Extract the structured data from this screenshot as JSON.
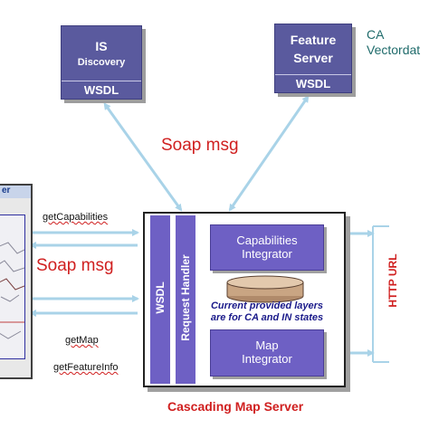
{
  "is_discovery": {
    "title_line1": "IS",
    "title_line2": "Discovery",
    "wsdl": "WSDL"
  },
  "feature_server": {
    "title_line1": "Feature",
    "title_line2": "Server",
    "wsdl": "WSDL"
  },
  "ca_label": {
    "line1": "CA",
    "line2": "Vectordat"
  },
  "soap_msg_top": "Soap msg",
  "soap_msg_left": "Soap msg",
  "client": {
    "header": "er"
  },
  "ops": {
    "get_capabilities": "getCapabilities",
    "get_map": "getMap",
    "get_feature_info": "getFeatureInfo"
  },
  "server": {
    "wsdl": "WSDL",
    "request_handler": "Request Handler",
    "capabilities_integrator_line1": "Capabilities",
    "capabilities_integrator_line2": "Integrator",
    "layers_line1": "Current provided layers",
    "layers_line2": "are for CA and IN states",
    "map_integrator_line1": "Map",
    "map_integrator_line2": "Integrator",
    "title": "Cascading Map Server"
  },
  "http_url": "HTTP URL",
  "colors": {
    "service_box": "#5a5a9e",
    "component": "#6e60c4",
    "arrow": "#a9d3e8",
    "soap_text": "#d02020",
    "ca_text": "#1f6b6b"
  }
}
